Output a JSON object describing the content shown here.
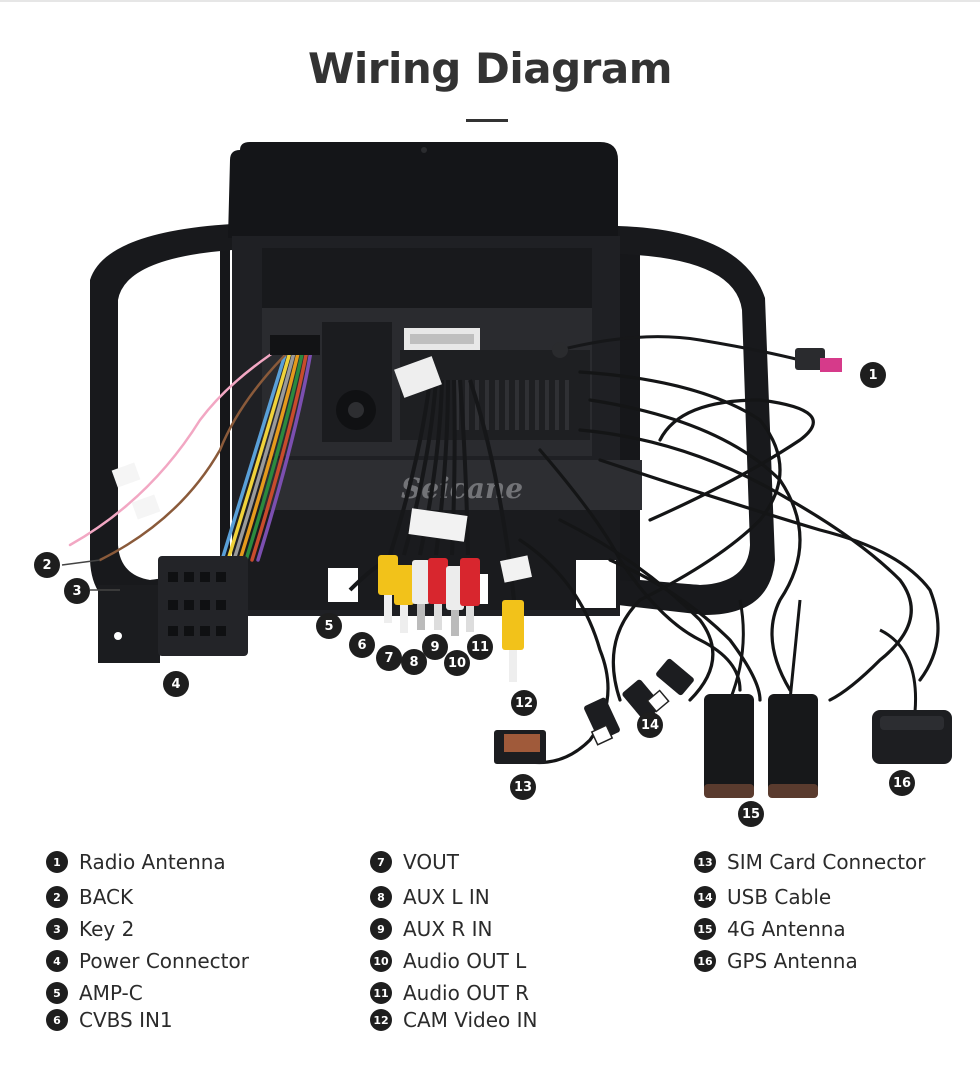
{
  "title": "Wiring Diagram",
  "watermark": "Seicane",
  "callouts": [
    {
      "n": "1"
    },
    {
      "n": "2"
    },
    {
      "n": "3"
    },
    {
      "n": "4"
    },
    {
      "n": "5"
    },
    {
      "n": "6"
    },
    {
      "n": "7"
    },
    {
      "n": "8"
    },
    {
      "n": "9"
    },
    {
      "n": "10"
    },
    {
      "n": "11"
    },
    {
      "n": "12"
    },
    {
      "n": "13"
    },
    {
      "n": "14"
    },
    {
      "n": "15"
    },
    {
      "n": "16"
    }
  ],
  "legend": [
    {
      "n": "1",
      "label": "Radio Antenna"
    },
    {
      "n": "2",
      "label": "BACK"
    },
    {
      "n": "3",
      "label": "Key 2"
    },
    {
      "n": "4",
      "label": "Power Connector"
    },
    {
      "n": "5",
      "label": "AMP-C"
    },
    {
      "n": "6",
      "label": "CVBS IN1"
    },
    {
      "n": "7",
      "label": "VOUT"
    },
    {
      "n": "8",
      "label": "AUX L IN"
    },
    {
      "n": "9",
      "label": "AUX R IN"
    },
    {
      "n": "10",
      "label": "Audio OUT L"
    },
    {
      "n": "11",
      "label": "Audio OUT R"
    },
    {
      "n": "12",
      "label": "CAM Video IN"
    },
    {
      "n": "13",
      "label": "SIM Card Connector"
    },
    {
      "n": "14",
      "label": "USB Cable"
    },
    {
      "n": "15",
      "label": "4G Antenna"
    },
    {
      "n": "16",
      "label": "GPS Antenna"
    }
  ],
  "colors": {
    "panel": "#1b1c1f",
    "frame": "#141518",
    "badge": "#1e1e1e",
    "rca_yellow": "#f2c21a",
    "rca_red": "#d8262e",
    "rca_white": "#ececec"
  }
}
